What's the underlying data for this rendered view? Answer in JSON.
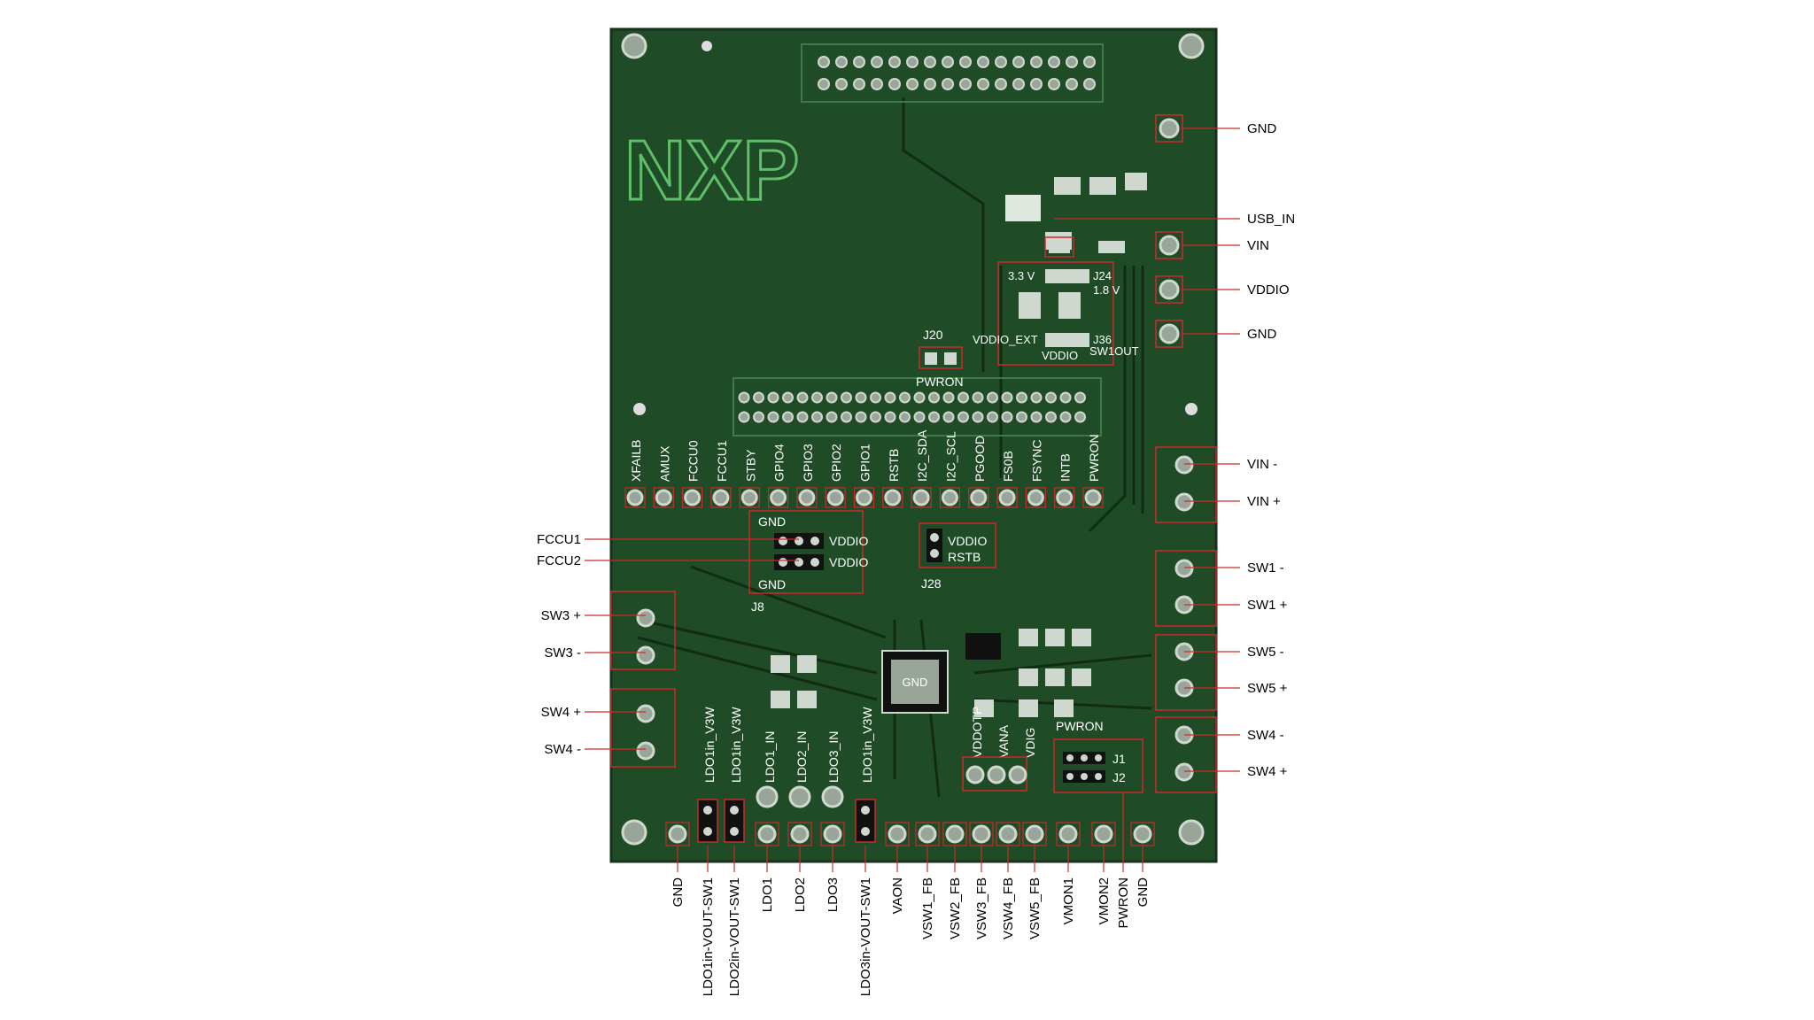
{
  "colors": {
    "board": "#1f4b26",
    "board_edge": "#15331a",
    "trace": "#0f2a12",
    "pad": "#9aa59a",
    "pad_ring": "#cfd8cf",
    "callout": "#cc2b2b",
    "silk": "#ffffff",
    "logo": "#5fbf6a"
  },
  "board": {
    "logo_text": "NXP",
    "chip_text": "GND",
    "fiducial_text": "GND",
    "pin_header_labels": [
      "XFAILB",
      "AMUX",
      "FCCU0",
      "FCCU1",
      "STBY",
      "GPIO4",
      "GPIO3",
      "GPIO2",
      "GPIO1",
      "RSTB",
      "I2C_SDA",
      "I2C_SCL",
      "PGOOD",
      "FS0B",
      "FSYNC",
      "INTB",
      "PWRON"
    ],
    "board_labels": {
      "j20": "J20",
      "pwron_j20": "PWRON",
      "v33": "3.3 V",
      "j24": "J24",
      "v18": "1.8 V",
      "vddio_ext": "VDDIO_EXT",
      "j36": "J36",
      "vddio_j36": "VDDIO",
      "sw1out": "SW1OUT",
      "gnd_j8_top": "GND",
      "vddio_j8_1": "VDDIO",
      "vddio_j8_2": "VDDIO",
      "gnd_j8_bottom": "GND",
      "j8": "J8",
      "vddio_j28": "VDDIO",
      "rstb_j28": "RSTB",
      "j28": "J28",
      "vddotp": "VDDOTP",
      "vana": "VANA",
      "vdig": "VDIG",
      "pwron_j1": "PWRON",
      "j1": "J1",
      "j2": "J2",
      "ldo1in_v3w_a": "LDO1in_V3W",
      "ldo1in_v3w_b": "LDO1in_V3W",
      "ldo1_in": "LDO1_IN",
      "ldo2_in": "LDO2_IN",
      "ldo3_in": "LDO3_IN",
      "ldo1in_v3w_c": "LDO1in_V3W"
    }
  },
  "callouts": {
    "right": [
      "GND",
      "USB_IN",
      "VIN",
      "VDDIO",
      "GND",
      "VIN -",
      "VIN +",
      "SW1 -",
      "SW1 +",
      "SW5 -",
      "SW5 +",
      "SW4 -",
      "SW4 +"
    ],
    "left": [
      "FCCU1",
      "FCCU2",
      "SW3 +",
      "SW3 -",
      "SW4 +",
      "SW4 -"
    ],
    "bottom": [
      "GND",
      "LDO1in-VOUT-SW1",
      "LDO2in-VOUT-SW1",
      "LDO1",
      "LDO2",
      "LDO3",
      "LDO3in-VOUT-SW1",
      "VAON",
      "VSW1_FB",
      "VSW2_FB",
      "VSW3_FB",
      "VSW4_FB",
      "VSW5_FB",
      "VMON1",
      "VMON2",
      "PWRON",
      "GND"
    ]
  }
}
